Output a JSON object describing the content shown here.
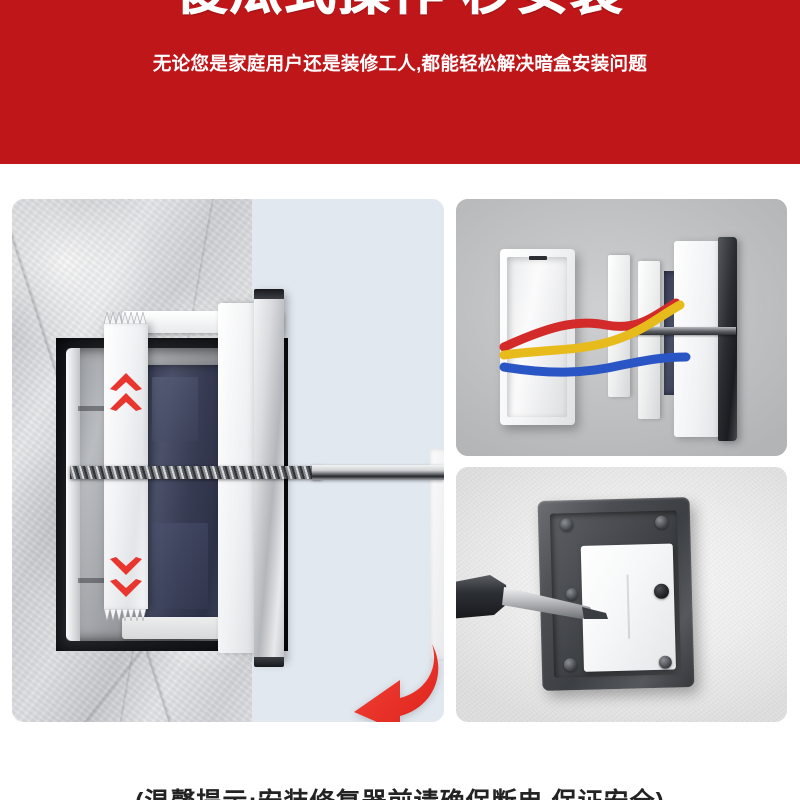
{
  "header": {
    "title": "傻瓜式操作 秒安装",
    "subtitle": "无论您是家庭用户还是装修工人,都能轻松解决暗盒安装问题",
    "background_color": "#be1619",
    "text_color": "#ffffff"
  },
  "panels": {
    "left": {
      "name": "wall-cutaway-photo",
      "description_label": "墙体剖面暗盒修复器安装示意",
      "background_color": "#e2e8f0",
      "accent_color": "#e8352e",
      "arrows": {
        "up_chevrons": 2,
        "down_chevrons": 2,
        "rotation_arrow": "curved-down-left"
      }
    },
    "top_right": {
      "name": "exploded-wiring-photo",
      "description_label": "暗盒接线爆炸图",
      "background_color": "#bfbfbf",
      "wire_colors": [
        "#d32a2a",
        "#e8bb1d",
        "#2a55c4"
      ]
    },
    "bottom_right": {
      "name": "screwdriver-install-photo",
      "description_label": "螺丝刀固定面板",
      "background_color": "#eceded"
    }
  },
  "footer": {
    "note": "(温馨提示:安装修复器前请确保断电,保证安全)",
    "text_color": "#232323"
  }
}
